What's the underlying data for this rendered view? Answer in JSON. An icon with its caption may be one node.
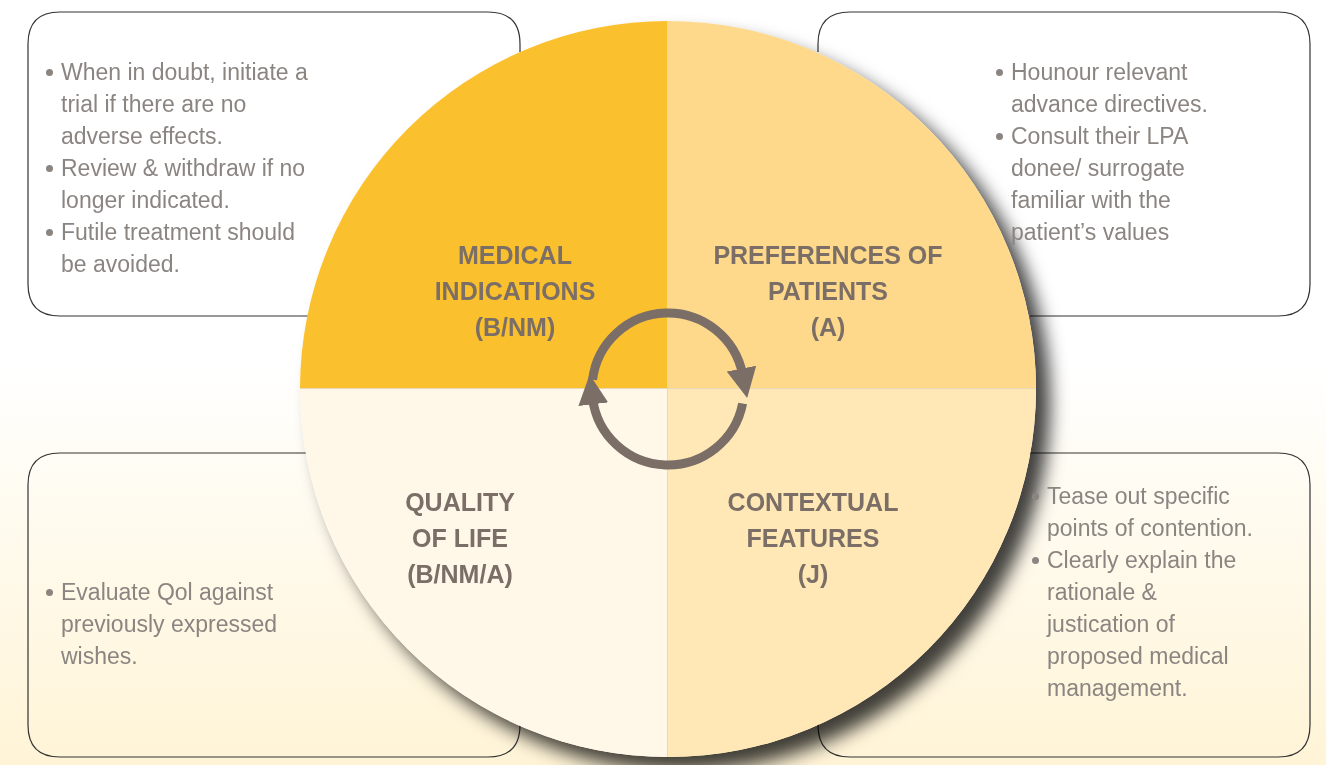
{
  "diagram": {
    "nodes": [
      {
        "text": [
          "When in doubt, initiate a trial if there are no adverse effects.",
          "Review & withdraw if no longer indicated.",
          "Futile treatment should be avoided."
        ]
      },
      {
        "text": [
          "Hounour relevant advance directives.",
          "Consult their LPA donee/ surrogate familiar with the patient’s values"
        ]
      },
      {
        "text": [
          "Evaluate Qol against previously expressed wishes."
        ]
      },
      {
        "text": [
          "Tease out specific points of contention.",
          "Clearly explain the rationale & justication of proposed medical management."
        ]
      },
      {
        "text": [
          "MEDICAL INDICATIONS",
          "(B/NM)"
        ]
      },
      {
        "text": [
          "PREFERENCES OF PATIENTS",
          "(A)"
        ]
      },
      {
        "text": [
          "QUALITY OF LIFE",
          "(B/NM/A)"
        ]
      },
      {
        "text": [
          "CONTEXTUAL FEATURES",
          "(J)"
        ]
      }
    ],
    "edges": [
      {
        "from": 4,
        "to": 5,
        "arrow": "to"
      },
      {
        "from": 7,
        "to": 6,
        "arrow": "to"
      }
    ]
  }
}
